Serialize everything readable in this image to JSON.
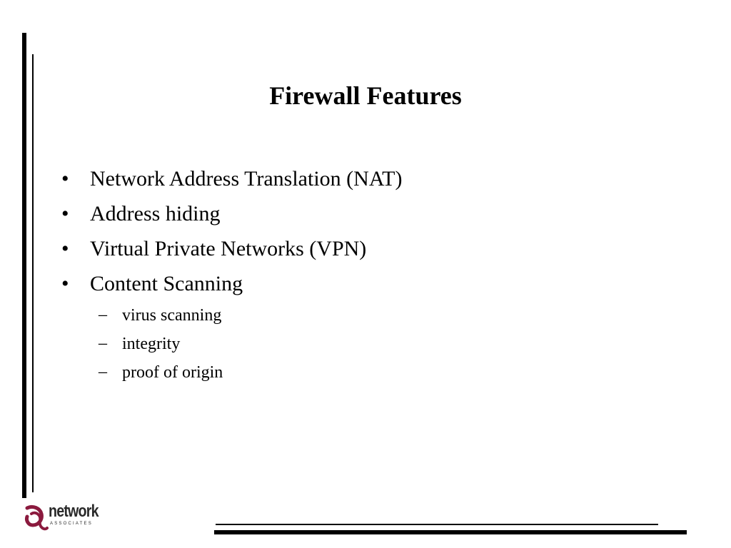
{
  "slide": {
    "title": "Firewall Features",
    "bullets": [
      {
        "mark": "•",
        "text": "Network Address Translation (NAT)"
      },
      {
        "mark": "•",
        "text": "Address hiding"
      },
      {
        "mark": "•",
        "text": "Virtual Private Networks (VPN)"
      },
      {
        "mark": "•",
        "text": "Content Scanning"
      }
    ],
    "sub_bullets": [
      {
        "mark": "–",
        "text": "virus scanning"
      },
      {
        "mark": "–",
        "text": "integrity"
      },
      {
        "mark": "–",
        "text": "proof of origin"
      }
    ]
  },
  "logo": {
    "word": "network",
    "sub": "ASSOCIATES",
    "colors": {
      "icon": "#8b1a3e",
      "text": "#2a2a2a"
    },
    "icon": "network-associates-logo-icon"
  },
  "colors": {
    "background": "#ffffff",
    "text": "#000000",
    "rules": "#000000"
  }
}
